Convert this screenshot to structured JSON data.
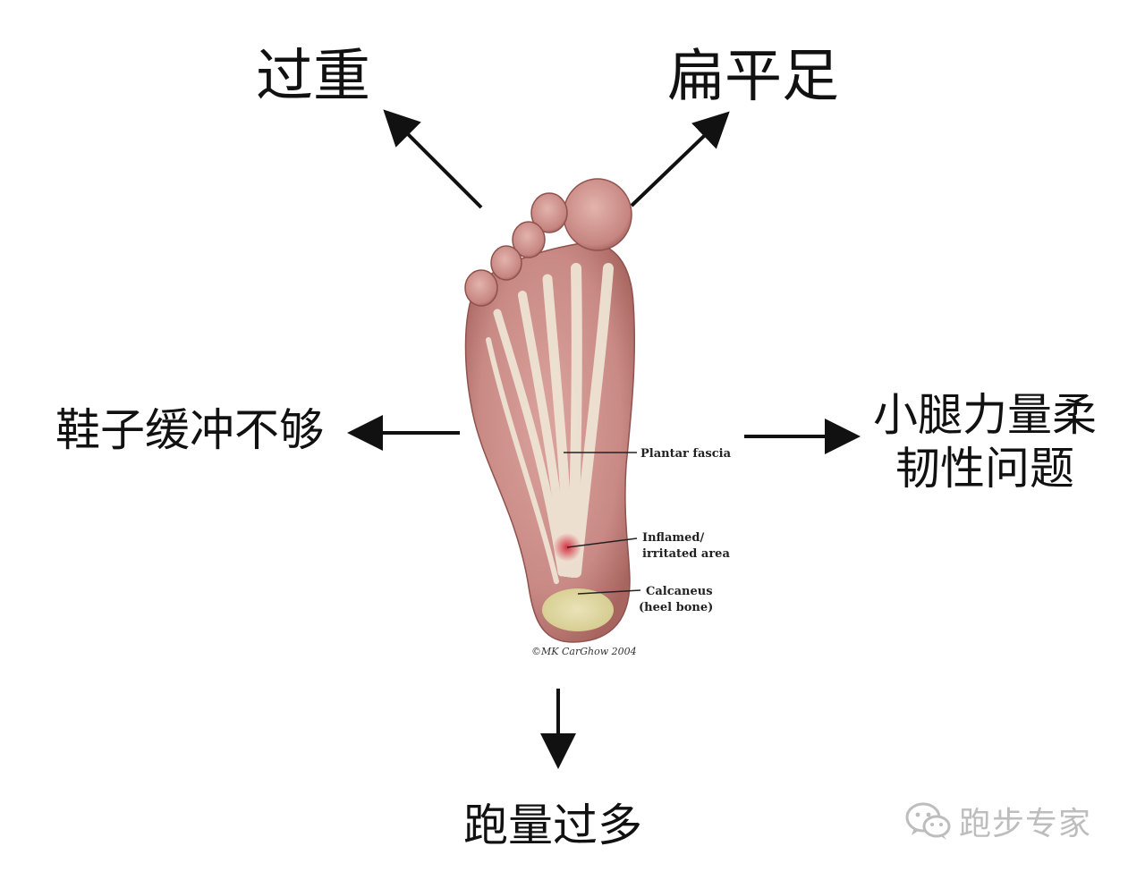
{
  "causes": {
    "top_left": "过重",
    "top_right": "扁平足",
    "left": "鞋子缓冲不够",
    "right_line1": "小腿力量柔",
    "right_line2": "韧性问题",
    "bottom": "跑量过多"
  },
  "illustration": {
    "callouts": {
      "plantar_fascia": "Plantar fascia",
      "inflamed_line1": "Inflamed/",
      "inflamed_line2": "irritated area",
      "calcaneus_line1": "Calcaneus",
      "calcaneus_line2": "(heel bone)"
    },
    "copyright": "©MK CarGhow 2004"
  },
  "watermark": {
    "text": "跑步专家",
    "icon": "wechat-icon"
  },
  "colors": {
    "text": "#111111",
    "arrow": "#111111",
    "skin": "#c98a85",
    "fascia": "#efe6d6",
    "inflamed": "#d2283a",
    "heel_bone": "#e4e2a6",
    "watermark": "#bdbdbd"
  }
}
